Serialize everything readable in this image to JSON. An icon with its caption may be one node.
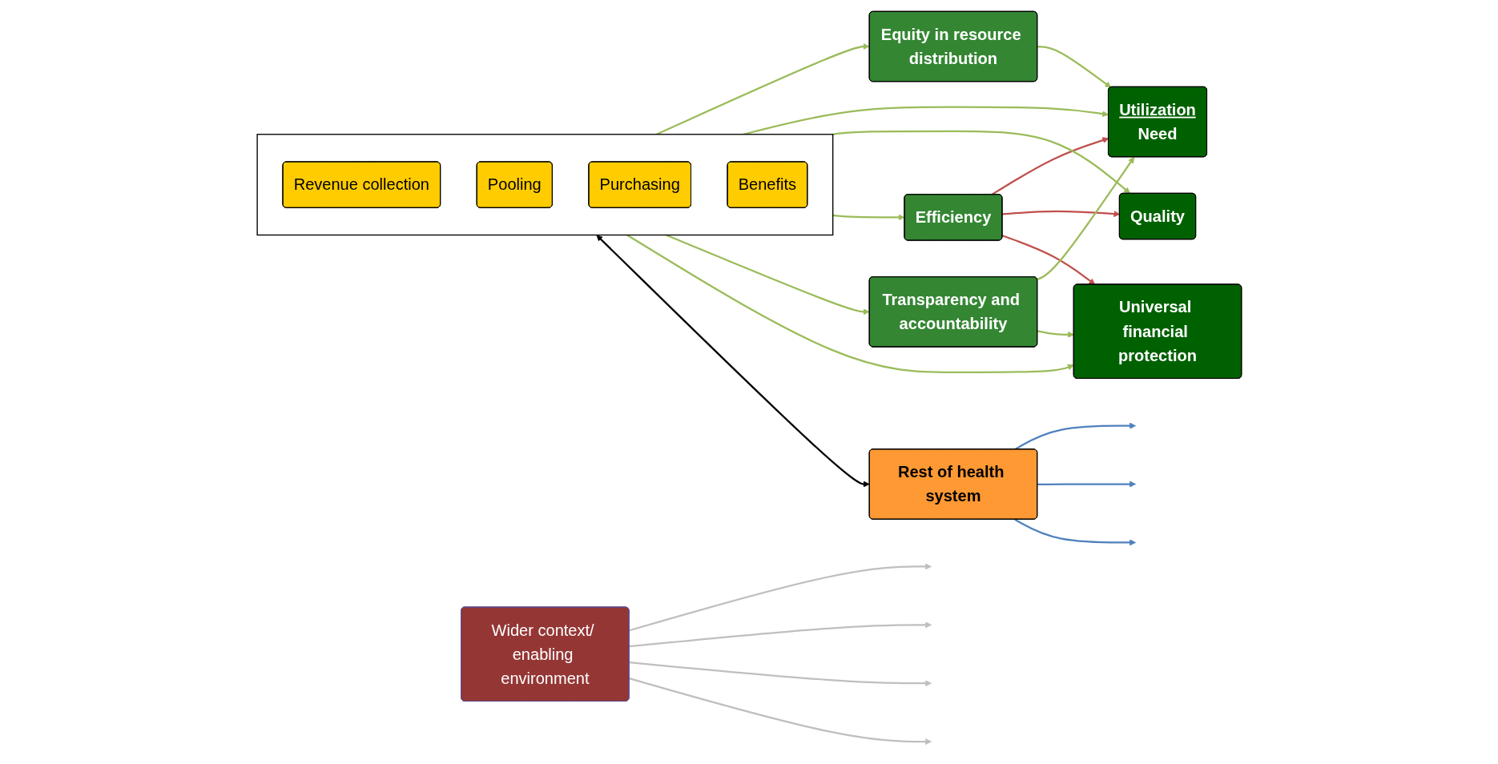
{
  "diagram": {
    "nodes": [
      {
        "text": [],
        "shape": "box"
      },
      {
        "text": [
          "Revenue collection"
        ],
        "in": 0
      },
      {
        "text": [
          "Pooling"
        ],
        "in": 0
      },
      {
        "text": [
          "Purchasing"
        ],
        "in": 0
      },
      {
        "text": [
          "Benefits"
        ],
        "in": 0
      },
      {
        "text": [
          "Rest of health system"
        ]
      },
      {
        "text": [
          "Equity in resource distribution"
        ]
      },
      {
        "text": [
          "Efficiency"
        ]
      },
      {
        "text": [
          "Transparency and accountability"
        ]
      },
      {
        "text": [
          "Wider context/ enabling environment"
        ]
      },
      {
        "text": [
          "Utilization",
          "Need"
        ]
      },
      {
        "text": [
          "Quality"
        ]
      },
      {
        "text": [
          "Universal financial protection"
        ]
      }
    ],
    "edges": [
      {
        "from": 0,
        "to": 6,
        "arrow": "to"
      },
      {
        "from": 0,
        "to": 10,
        "arrow": "to"
      },
      {
        "from": 0,
        "to": 11,
        "arrow": "to"
      },
      {
        "from": 0,
        "to": 7,
        "arrow": "to"
      },
      {
        "from": 0,
        "to": 8,
        "arrow": "to"
      },
      {
        "from": 0,
        "to": 12,
        "arrow": "to"
      },
      {
        "from": 0,
        "to": 5,
        "arrow": "both",
        "color": "#000000"
      },
      {
        "from": 5,
        "to": null,
        "arrow": "to",
        "color": "#4f81bd"
      },
      {
        "from": 5,
        "to": null,
        "arrow": "to",
        "color": "#4f81bd"
      },
      {
        "from": 5,
        "to": null,
        "arrow": "to",
        "color": "#4f81bd"
      },
      {
        "from": 9,
        "to": null,
        "arrow": "to",
        "color": "#bfbfbf"
      },
      {
        "from": 9,
        "to": null,
        "arrow": "to",
        "color": "#bfbfbf"
      },
      {
        "from": 9,
        "to": null,
        "arrow": "to",
        "color": "#bfbfbf"
      },
      {
        "from": 9,
        "to": null,
        "arrow": "to",
        "color": "#bfbfbf"
      },
      {
        "from": 6,
        "to": 10,
        "arrow": "to"
      },
      {
        "from": 7,
        "to": 10,
        "arrow": "to",
        "color": "#c0504d"
      },
      {
        "from": 7,
        "to": 11,
        "arrow": "to",
        "color": "#c0504d"
      },
      {
        "from": 7,
        "to": 12,
        "arrow": "to",
        "color": "#c0504d"
      },
      {
        "from": 8,
        "to": 10,
        "arrow": "to"
      },
      {
        "from": 8,
        "to": 12,
        "arrow": "to"
      }
    ]
  }
}
